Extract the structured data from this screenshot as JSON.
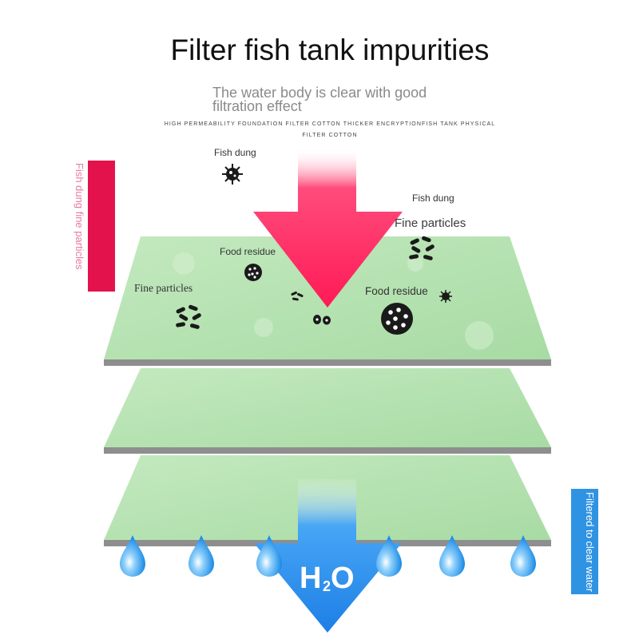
{
  "title": "Filter fish tank impurities",
  "subtitle": "The water body is clear with good filtration effect",
  "caption": "HIGH PERMEABILITY FOUNDATION FILTER COTTON THICKER ENCRYPTIONFISH TANK PHYSICAL FILTER COTTON",
  "labels": {
    "fish_dung_top": "Fish dung",
    "fish_dung_right": "Fish dung",
    "fine_particles_right": "Fine particles",
    "food_residue_left": "Food residue",
    "fine_particles_left": "Fine particles",
    "food_residue_right": "Food residue"
  },
  "side_tags": {
    "left": "Fish dung fine particles",
    "right": "Filtered to clear water"
  },
  "h2o": {
    "h": "H",
    "sub": "2",
    "o": "O"
  },
  "colors": {
    "arrow_pink": "#ff1f5a",
    "arrow_blue": "#2f8ff0",
    "tag_pink": "#e3124d",
    "tag_blue": "#2f93e4",
    "cotton_green": "#b9e3b3",
    "cotton_edge": "#8e8e8e",
    "droplet": "#3fa7ee"
  }
}
